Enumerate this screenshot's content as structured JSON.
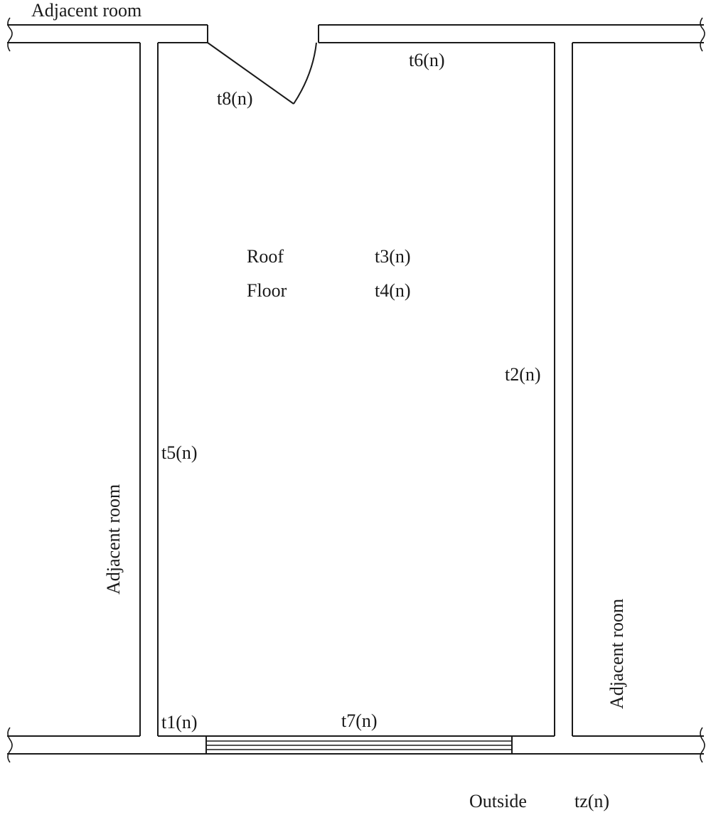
{
  "labels": {
    "adjacent_room_top": "Adjacent room",
    "adjacent_room_left": "Adjacent room",
    "adjacent_room_right": "Adjacent room",
    "t1": "t1(n)",
    "t2": "t2(n)",
    "t3": "t3(n)",
    "t4": "t4(n)",
    "t5": "t5(n)",
    "t6": "t6(n)",
    "t7": "t7(n)",
    "t8": "t8(n)",
    "tz": "tz(n)",
    "roof": "Roof",
    "floor": "Floor",
    "outside": "Outside"
  }
}
